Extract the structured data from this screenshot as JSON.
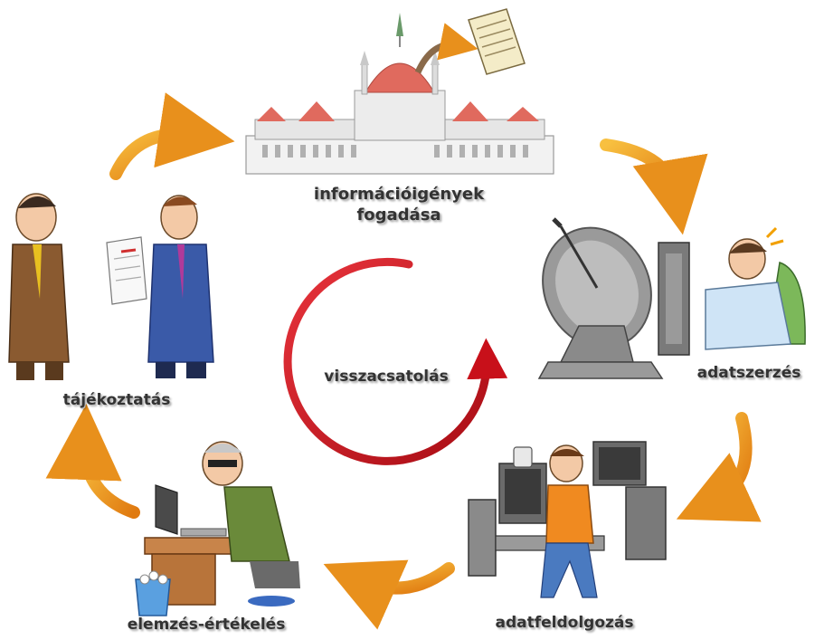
{
  "diagram": {
    "center": "visszacsatolás",
    "stages": {
      "info_line1": "információigények",
      "info_line2": "fogadása",
      "acquisition": "adatszerzés",
      "processing": "adatfeldolgozás",
      "analysis": "elemzés-értékelés",
      "briefing": "tájékoztatás"
    },
    "colors": {
      "cycle_arrow": "#f0a020",
      "feedback_arrow": "#d0141c",
      "label_text": "#333333",
      "parliament_roof": "#e06a5e"
    }
  }
}
